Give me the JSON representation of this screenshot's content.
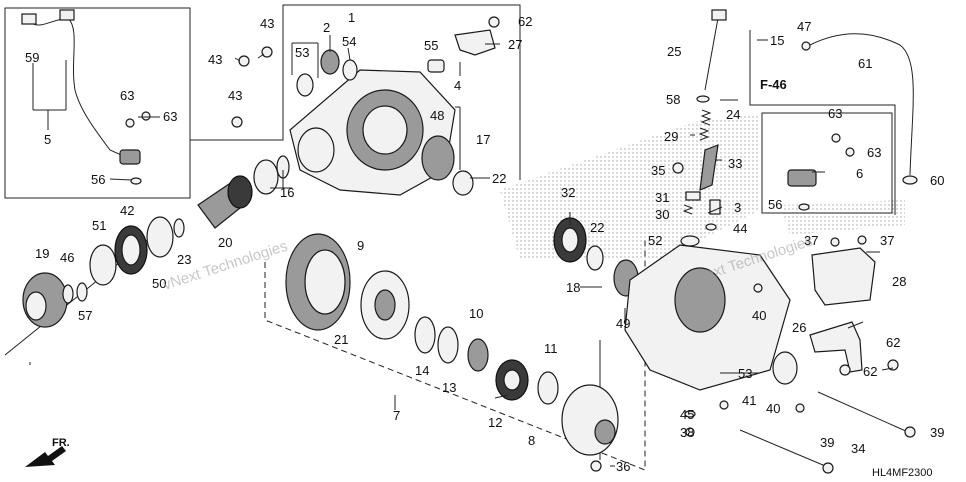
{
  "callouts": {
    "c1": "1",
    "c2": "2",
    "c3": "3",
    "c4": "4",
    "c5": "5",
    "c6": "6",
    "c7": "7",
    "c8": "8",
    "c9": "9",
    "c10": "10",
    "c11": "11",
    "c12": "12",
    "c13": "13",
    "c14": "14",
    "c15": "15",
    "c16": "16",
    "c17": "17",
    "c18": "18",
    "c19": "19",
    "c20": "20",
    "c21": "21",
    "c22": "22",
    "c23": "23",
    "c24": "24",
    "c25": "25",
    "c26": "26",
    "c27": "27",
    "c28": "28",
    "c29": "29",
    "c30": "30",
    "c31": "31",
    "c32": "32",
    "c33": "33",
    "c34": "34",
    "c35": "35",
    "c36": "36",
    "c37": "37",
    "c38": "38",
    "c39": "39",
    "c40": "40",
    "c41": "41",
    "c42": "42",
    "c43": "43",
    "c44": "44",
    "c45": "45",
    "c46": "46",
    "c47": "47",
    "c48": "48",
    "c49": "49",
    "c50": "50",
    "c51": "51",
    "c52": "52",
    "c53": "53",
    "c54": "54",
    "c55": "55",
    "c56": "56",
    "c57": "57",
    "c58": "58",
    "c59": "59",
    "c60": "60",
    "c61": "61",
    "c62": "62",
    "c63": "63"
  },
  "ref_label": "F-46",
  "diagram_code": "HL4MF2300",
  "front_label": "FR.",
  "watermark": "vNext Technologies"
}
